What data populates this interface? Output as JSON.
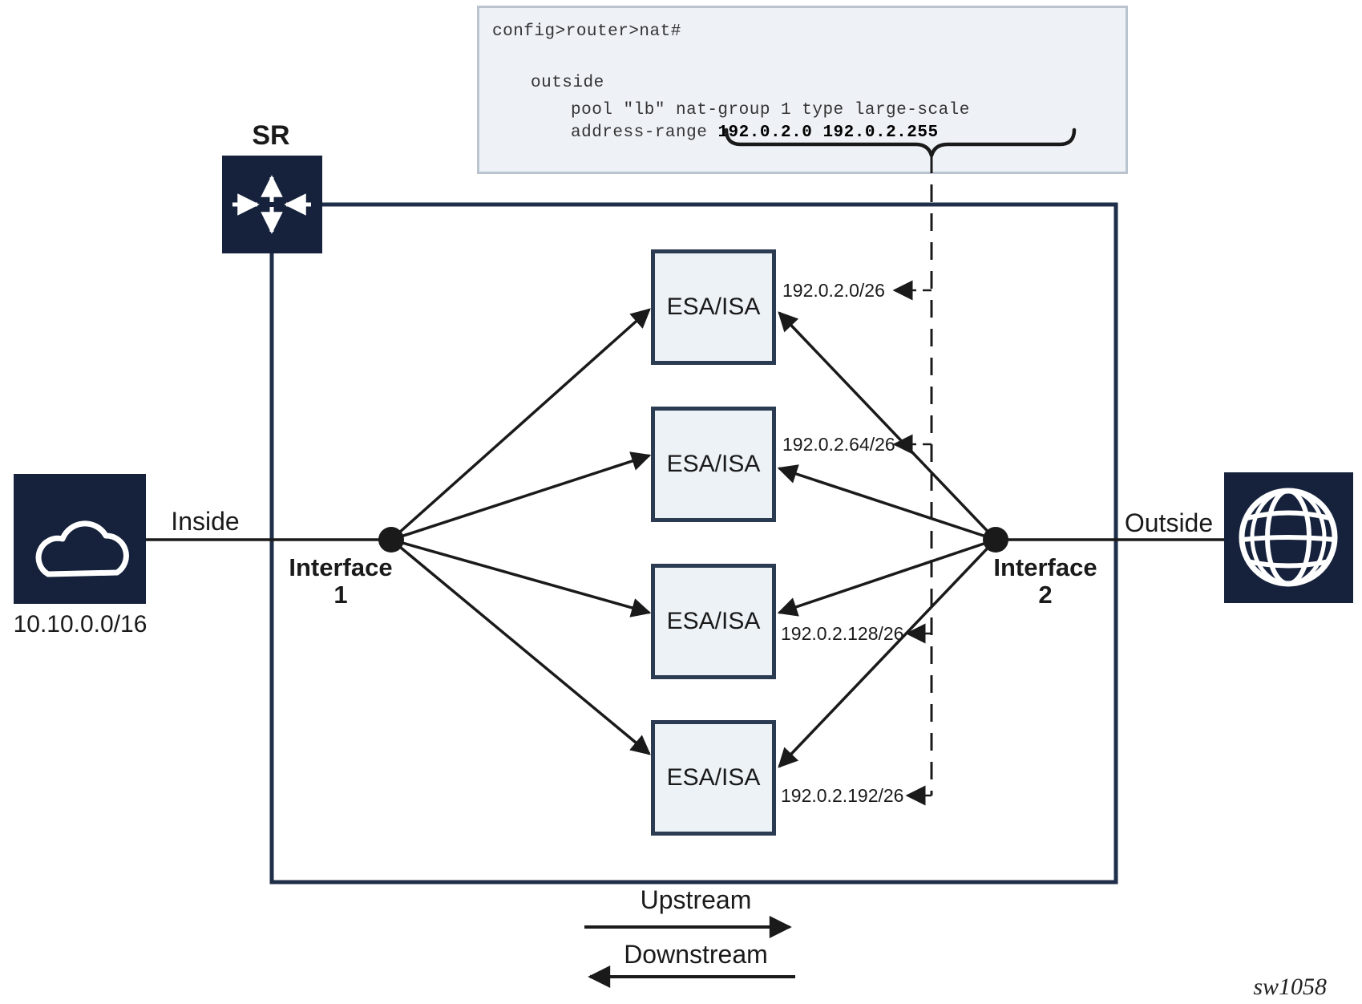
{
  "config_box": {
    "line1": "config>router>nat#",
    "line2": "outside",
    "line3": "pool \"lb\" nat-group 1 type large-scale",
    "line4_prefix": "address-range ",
    "line4_range": "192.0.2.0 192.0.2.255"
  },
  "network": {
    "router_label": "SR",
    "inside_label": "Inside",
    "outside_label": "Outside",
    "inside_subnet": "10.10.0.0/16",
    "interface1": {
      "name": "Interface",
      "number": "1"
    },
    "interface2": {
      "name": "Interface",
      "number": "2"
    },
    "esa_nodes": [
      {
        "label": "ESA/ISA",
        "subnet": "192.0.2.0/26"
      },
      {
        "label": "ESA/ISA",
        "subnet": "192.0.2.64/26"
      },
      {
        "label": "ESA/ISA",
        "subnet": "192.0.2.128/26"
      },
      {
        "label": "ESA/ISA",
        "subnet": "192.0.2.192/26"
      }
    ]
  },
  "legend": {
    "upstream_label": "Upstream",
    "downstream_label": "Downstream"
  },
  "watermark": "sw1058",
  "icons": {
    "router": "cross-arrows-router-icon",
    "inside_network": "cloud-icon",
    "outside_network": "globe-icon"
  },
  "colors": {
    "icon_navy": "#16223c",
    "diagram_line": "#1a1a1a",
    "node_fill": "#edf2f7",
    "node_border": "#2b3b52",
    "config_fill": "#eef2f7",
    "config_border": "#b9c4ce"
  }
}
